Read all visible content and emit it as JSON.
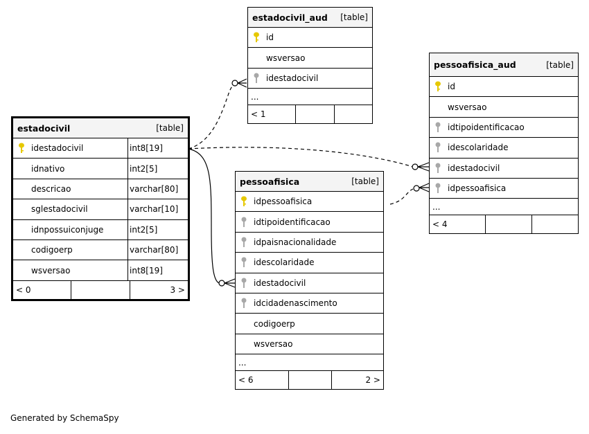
{
  "generated_by": "Generated by SchemaSpy",
  "tables": {
    "estadocivil": {
      "name": "estadocivil",
      "type": "[table]",
      "columns": [
        {
          "name": "idestadocivil",
          "type": "int8[19]",
          "icon": "primary-key-icon"
        },
        {
          "name": "idnativo",
          "type": "int2[5]",
          "icon": "none"
        },
        {
          "name": "descricao",
          "type": "varchar[80]",
          "icon": "none"
        },
        {
          "name": "sglestadocivil",
          "type": "varchar[10]",
          "icon": "none"
        },
        {
          "name": "idnpossuiconjuge",
          "type": "int2[5]",
          "icon": "none"
        },
        {
          "name": "codigoerp",
          "type": "varchar[80]",
          "icon": "none"
        },
        {
          "name": "wsversao",
          "type": "int8[19]",
          "icon": "none"
        }
      ],
      "footer": {
        "left": "< 0",
        "middle": "",
        "right": "3 >"
      }
    },
    "estadocivil_aud": {
      "name": "estadocivil_aud",
      "type": "[table]",
      "columns": [
        {
          "name": "id",
          "icon": "primary-key-icon"
        },
        {
          "name": "wsversao",
          "icon": "none"
        },
        {
          "name": "idestadocivil",
          "icon": "foreign-key-icon"
        }
      ],
      "ellipsis": "...",
      "footer": {
        "left": "< 1",
        "middle": "",
        "right": ""
      }
    },
    "pessoafisica": {
      "name": "pessoafisica",
      "type": "[table]",
      "columns": [
        {
          "name": "idpessoafisica",
          "icon": "primary-key-icon"
        },
        {
          "name": "idtipoidentificacao",
          "icon": "foreign-key-icon"
        },
        {
          "name": "idpaisnacionalidade",
          "icon": "foreign-key-icon"
        },
        {
          "name": "idescolaridade",
          "icon": "foreign-key-icon"
        },
        {
          "name": "idestadocivil",
          "icon": "foreign-key-icon"
        },
        {
          "name": "idcidadenascimento",
          "icon": "foreign-key-icon"
        },
        {
          "name": "codigoerp",
          "icon": "none"
        },
        {
          "name": "wsversao",
          "icon": "none"
        }
      ],
      "ellipsis": "...",
      "footer": {
        "left": "< 6",
        "middle": "",
        "right": "2 >"
      }
    },
    "pessoafisica_aud": {
      "name": "pessoafisica_aud",
      "type": "[table]",
      "columns": [
        {
          "name": "id",
          "icon": "primary-key-icon"
        },
        {
          "name": "wsversao",
          "icon": "none"
        },
        {
          "name": "idtipoidentificacao",
          "icon": "foreign-key-icon"
        },
        {
          "name": "idescolaridade",
          "icon": "foreign-key-icon"
        },
        {
          "name": "idestadocivil",
          "icon": "foreign-key-icon"
        },
        {
          "name": "idpessoafisica",
          "icon": "foreign-key-icon"
        }
      ],
      "ellipsis": "...",
      "footer": {
        "left": "< 4",
        "middle": "",
        "right": ""
      }
    }
  },
  "colors": {
    "primary_key": "#e6c800",
    "foreign_key": "#a8a8a8",
    "header_bg": "#f4f4f4"
  }
}
